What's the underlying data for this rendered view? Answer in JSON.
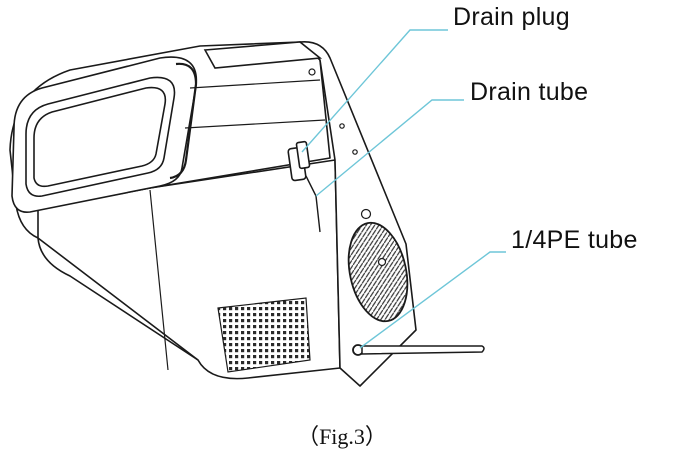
{
  "labels": {
    "drain_plug": "Drain plug",
    "drain_tube": "Drain tube",
    "pe_tube": "1/4PE tube"
  },
  "caption": "（Fig.3）",
  "colors": {
    "leader_line": "#6ec6d8",
    "outline": "#1a1a1a",
    "background": "#ffffff"
  }
}
